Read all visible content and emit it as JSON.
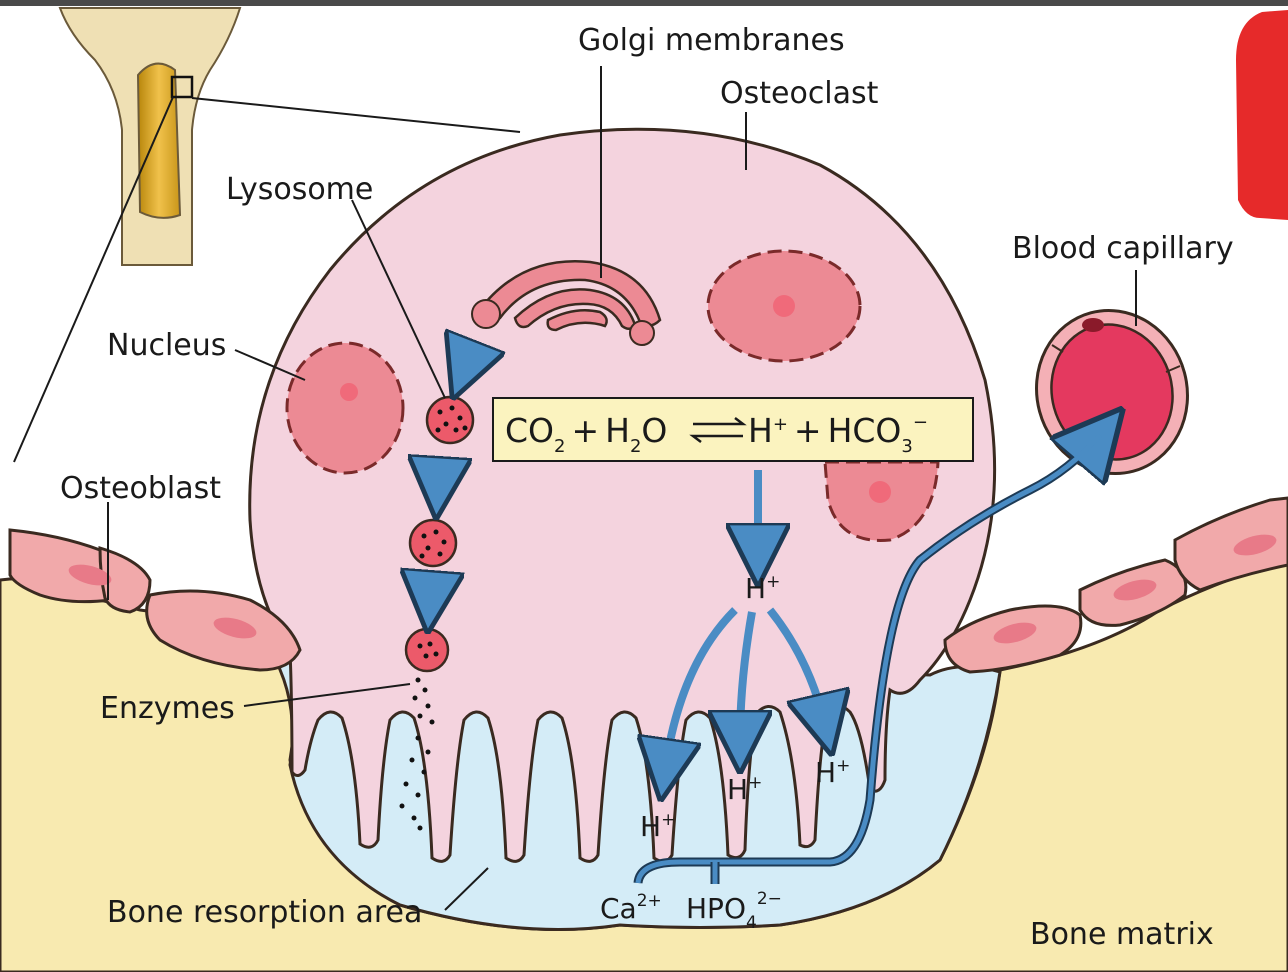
{
  "labels": {
    "golgi": "Golgi membranes",
    "osteoclast": "Osteoclast",
    "lysosome": "Lysosome",
    "blood_capillary": "Blood capillary",
    "nucleus": "Nucleus",
    "osteoblast": "Osteoblast",
    "enzymes": "Enzymes",
    "bone_resorption": "Bone resorption area",
    "bone_matrix": "Bone matrix"
  },
  "equation": {
    "co2_base": "CO",
    "co2_sub": "2",
    "plus1": "+",
    "h2o_h": "H",
    "h2o_sub": "2",
    "h2o_o": "O",
    "h_base": "H",
    "h_sup": "+",
    "plus2": "+",
    "hco3_base": "HCO",
    "hco3_sub": "3",
    "hco3_sup": "−"
  },
  "ions": {
    "h_base": "H",
    "h_sup": "+",
    "ca_base": "Ca",
    "ca_sup": "2+",
    "hpo4_base": "HPO",
    "hpo4_sub": "4",
    "hpo4_sup": "2−"
  },
  "colors": {
    "bone_matrix": "#f8eab0",
    "osteoclast": "#f4d3de",
    "resorption": "#d4ecf7",
    "nucleus": "#ec8a94",
    "nucleus_dot": "#f06a7a",
    "arrow": "#4a8cc4",
    "osteoblast": "#f1a9aa",
    "capillary_blood": "#e4395f",
    "equation_box": "#fbf3bf"
  }
}
